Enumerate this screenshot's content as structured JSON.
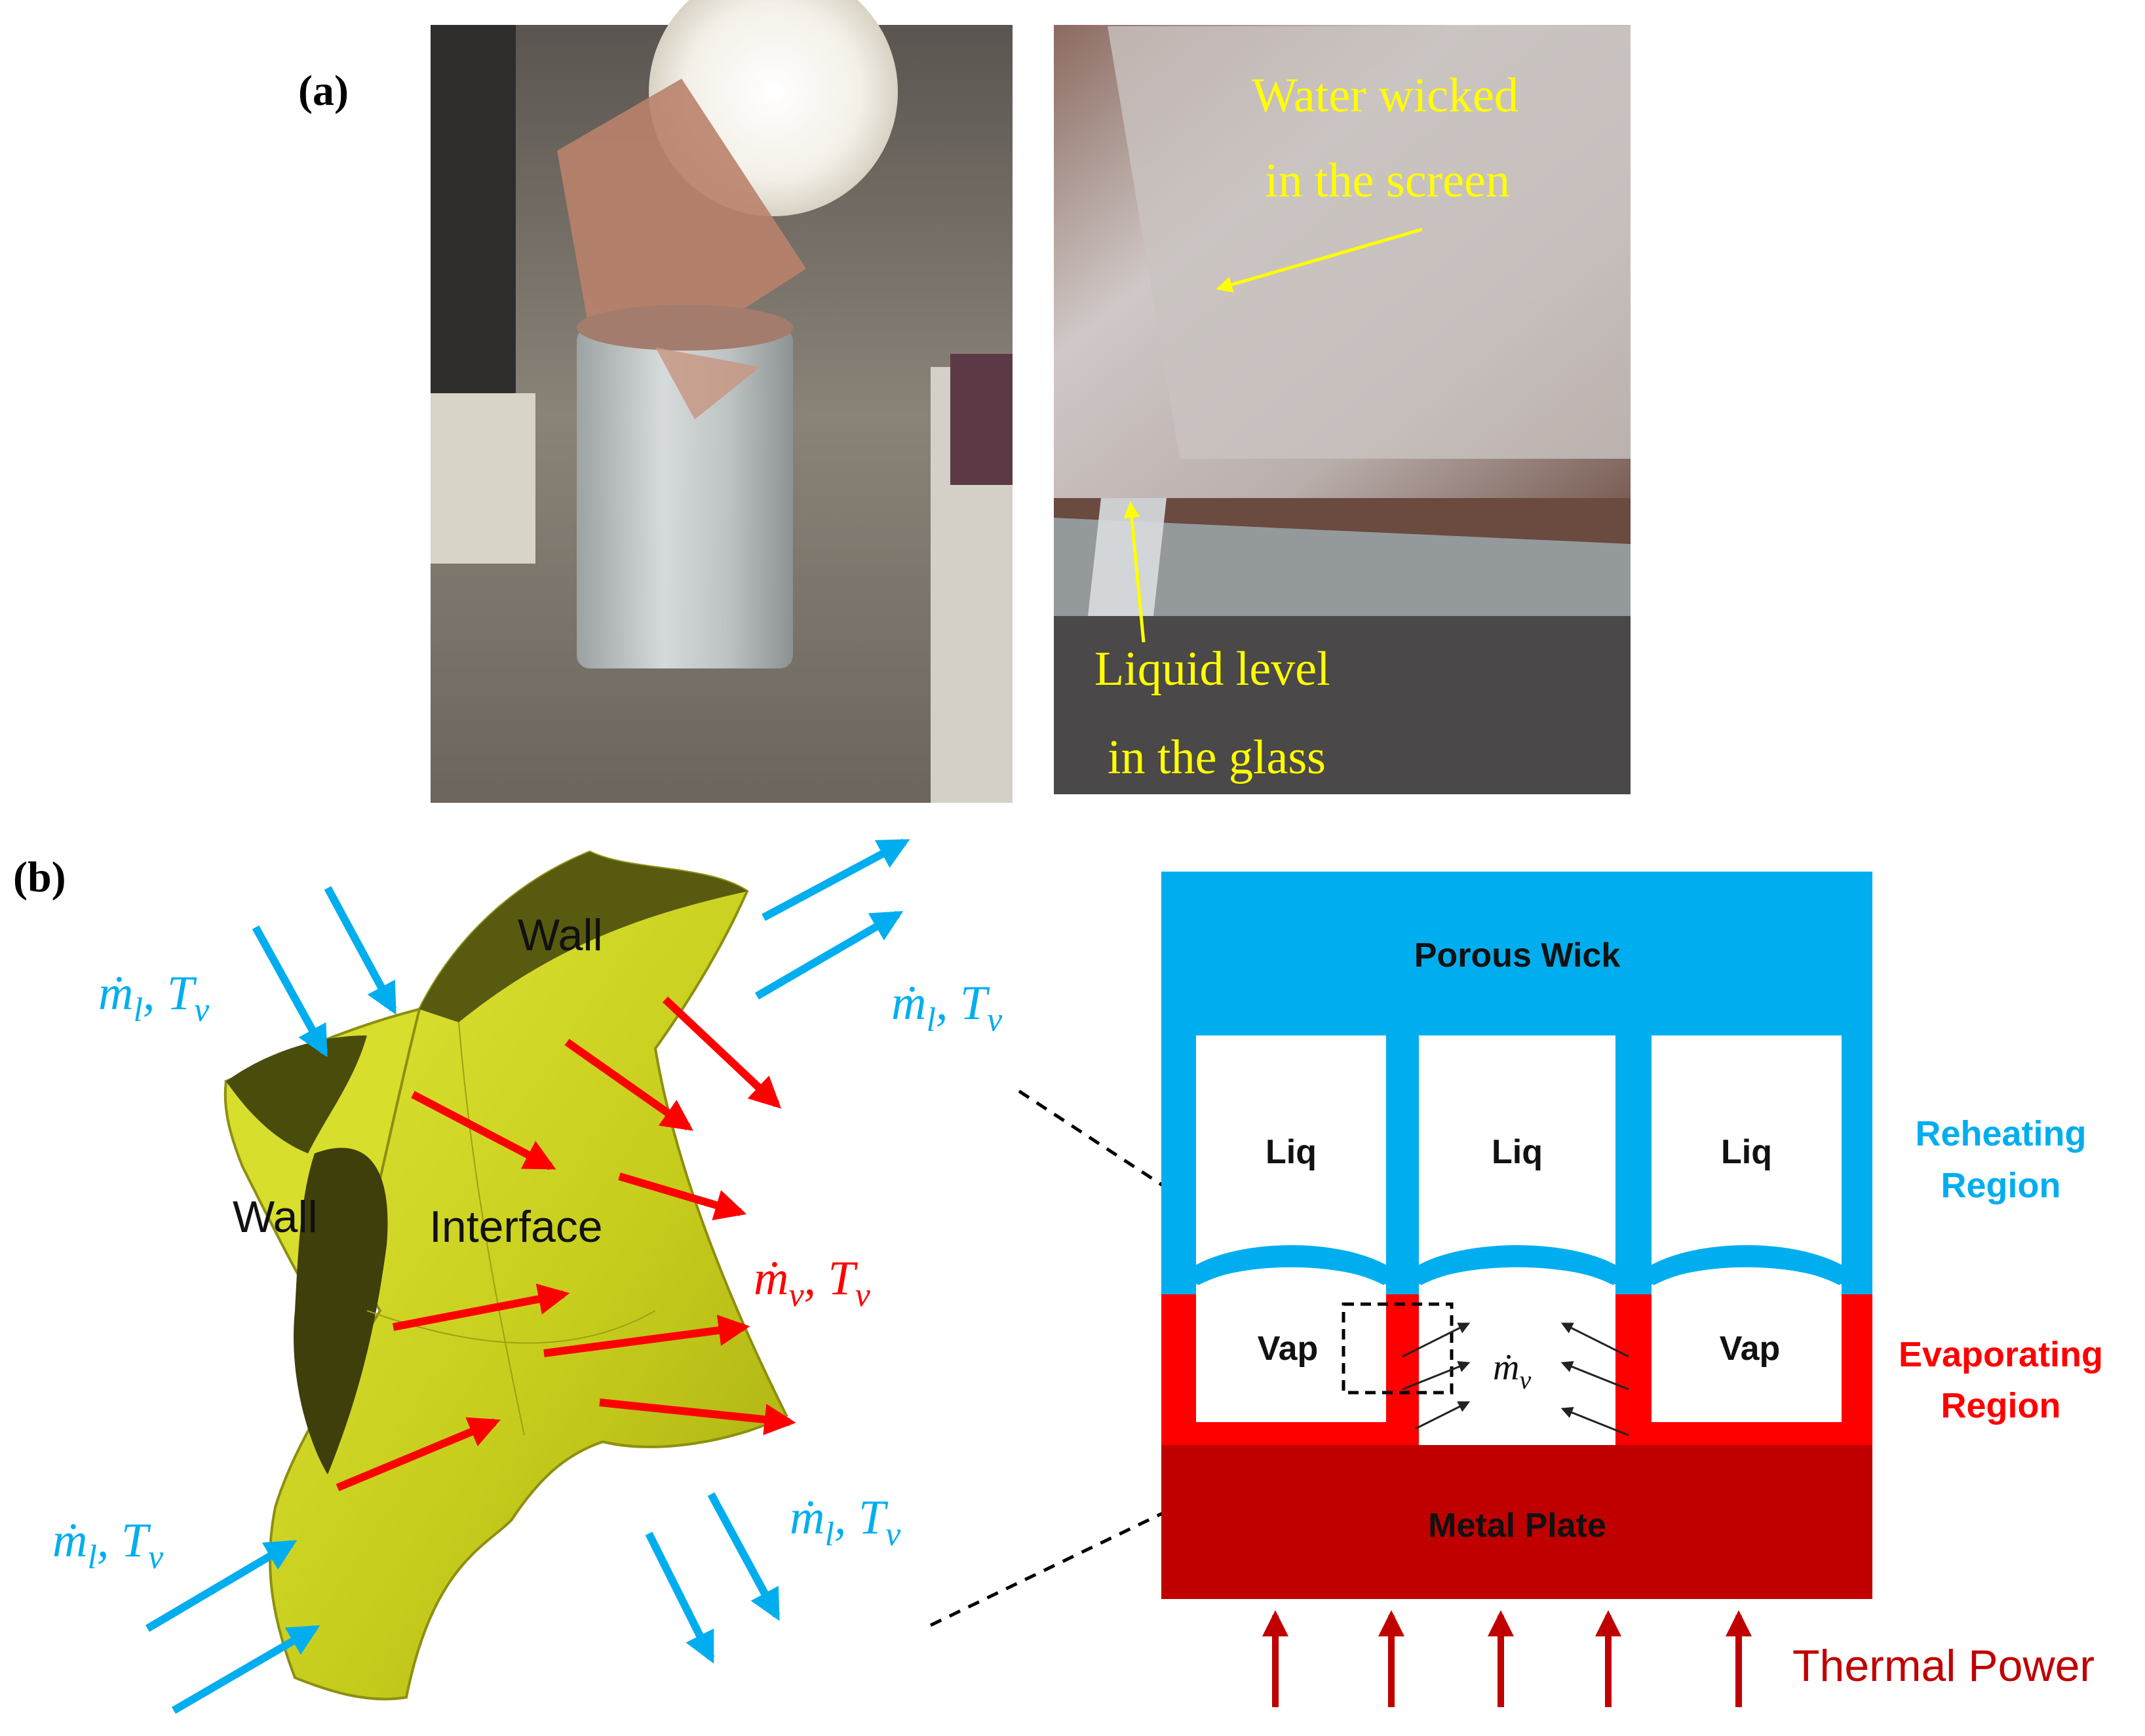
{
  "panel_a": {
    "label": "(a)",
    "photo_right": {
      "annotation_top_line1": "Water wicked",
      "annotation_top_line2": "in the screen",
      "annotation_bottom_line1": "Liquid level",
      "annotation_bottom_line2": "in the glass"
    }
  },
  "panel_b": {
    "label": "(b)",
    "pore": {
      "wall_top": "Wall",
      "wall_left": "Wall",
      "interface": "Interface",
      "flow_top_left": "ṁ",
      "flow_top_left_sub": "l",
      "flow_top_left_rest": ", T",
      "flow_top_left_sub2": "v",
      "flow_top_right": "ṁ",
      "flow_top_right_sub": "l",
      "flow_top_right_rest": ", T",
      "flow_top_right_sub2": "v",
      "flow_vapor": "ṁ",
      "flow_vapor_sub": "v",
      "flow_vapor_rest": ", T",
      "flow_vapor_sub2": "v",
      "flow_bottom_left": "ṁ",
      "flow_bottom_left_sub": "l",
      "flow_bottom_left_rest": ", T",
      "flow_bottom_left_sub2": "v",
      "flow_bottom_right": "ṁ",
      "flow_bottom_right_sub": "l",
      "flow_bottom_right_rest": ", T",
      "flow_bottom_right_sub2": "v"
    },
    "schematic": {
      "porous_wick": "Porous Wick",
      "liq_1": "Liq",
      "liq_2": "Liq",
      "liq_3": "Liq",
      "vap_1": "Vap",
      "vap_3": "Vap",
      "mdot_v": "ṁ",
      "mdot_v_sub": "v",
      "metal_plate": "Metal Plate",
      "reheating_line1": "Reheating",
      "reheating_line2": "Region",
      "evaporating_line1": "Evaporating",
      "evaporating_line2": "Region",
      "thermal_power": "Thermal Power"
    }
  },
  "colors": {
    "liquid_blue": "#00aeef",
    "vapor_red": "#ff0000",
    "plate_red": "#c00000",
    "annotation_yellow": "#ffff00",
    "wall_yellow": "#c8cc1e"
  }
}
